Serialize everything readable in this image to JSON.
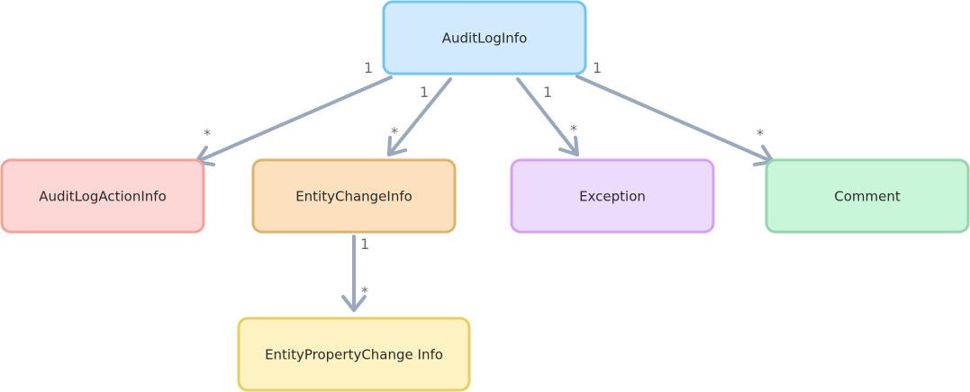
{
  "nodes": {
    "audit_log_info": {
      "label": "AuditLogInfo",
      "fill": "#d2eafd",
      "stroke": "#6fc6f1"
    },
    "audit_log_action_info": {
      "label": "AuditLogActionInfo",
      "fill": "#fdd7d5",
      "stroke": "#f4a198"
    },
    "entity_change_info": {
      "label": "EntityChangeInfo",
      "fill": "#fde0bd",
      "stroke": "#dcb56d"
    },
    "exception": {
      "label": "Exception",
      "fill": "#ecdbfd",
      "stroke": "#d7a1f1"
    },
    "comment": {
      "label": "Comment",
      "fill": "#c9f6d9",
      "stroke": "#97d5ae"
    },
    "entity_property_change_info": {
      "label": "EntityPropertyChange Info",
      "fill": "#fdf2c1",
      "stroke": "#e6cf63"
    }
  },
  "edges": {
    "to_action": {
      "source_mult": "1",
      "target_mult": "*"
    },
    "to_entity_change": {
      "source_mult": "1",
      "target_mult": "*"
    },
    "to_exception": {
      "source_mult": "1",
      "target_mult": "*"
    },
    "to_comment": {
      "source_mult": "1",
      "target_mult": "*"
    },
    "to_property_change": {
      "source_mult": "1",
      "target_mult": "*"
    }
  },
  "colors": {
    "edge": "#9aa8bd",
    "multiplicity_text": "#6b6b6b"
  }
}
